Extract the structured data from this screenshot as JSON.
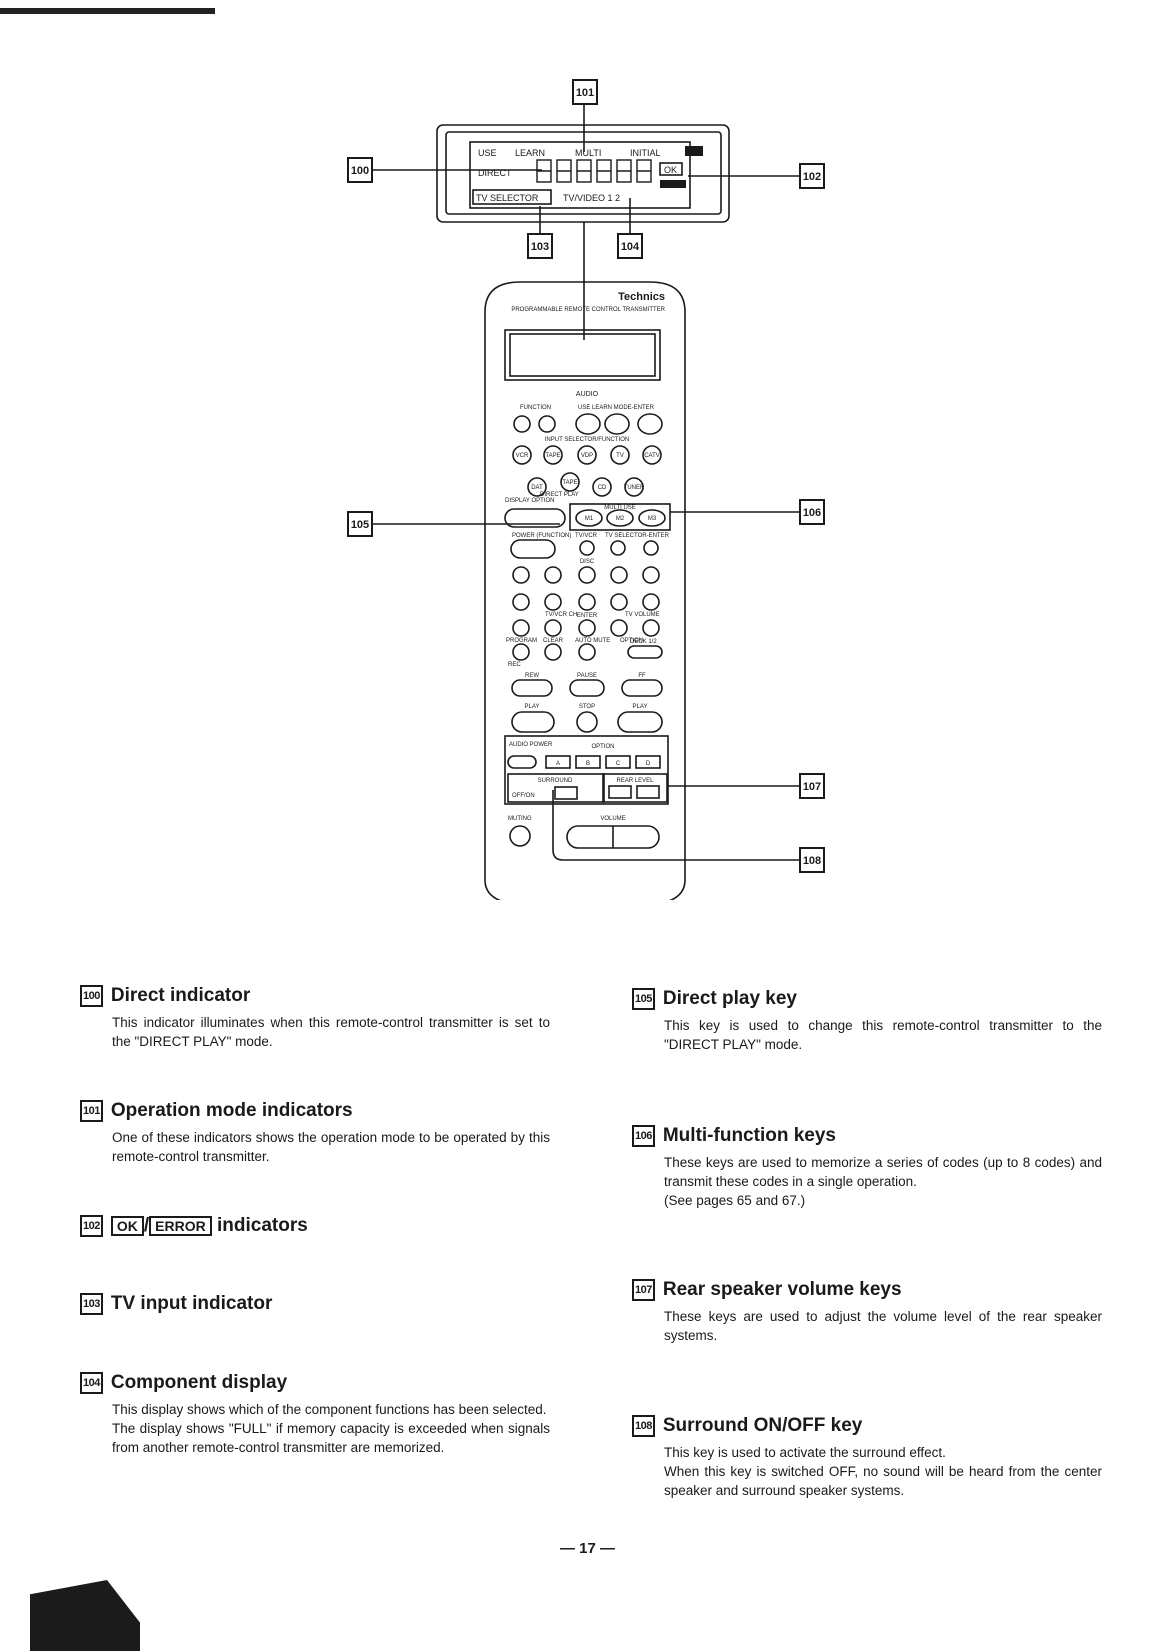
{
  "callouts": [
    "100",
    "101",
    "102",
    "103",
    "104",
    "105",
    "106",
    "107",
    "108"
  ],
  "lcd": {
    "use": "USE",
    "learn": "LEARN",
    "multi": "MULTI",
    "initial": "INITIAL",
    "direct": "DIRECT",
    "ok": "OK",
    "tv_selector": "TV SELECTOR",
    "tv_video": "TV/VIDEO 1 2"
  },
  "remote": {
    "brand": "Technics",
    "subtitle": "PROGRAMMABLE REMOTE CONTROL TRANSMITTER",
    "audio": "AUDIO",
    "function": "FUNCTION",
    "use_learn_mode": "USE  LEARN MODE-ENTER",
    "input_selector": "INPUT SELECTOR/FUNCTION",
    "input_keys": [
      "VCR",
      "TAPE",
      "VDP",
      "TV",
      "CATV"
    ],
    "source_keys": [
      "DAT",
      "TAPE",
      "CD",
      "TUNER"
    ],
    "display_option": "DISPLAY OPTION",
    "direct_play": "DIRECT PLAY",
    "multi_use": "MULTI USE",
    "multi_keys": [
      "M1",
      "M2",
      "M3"
    ],
    "power": "POWER (FUNCTION)",
    "tv_vcr": "TV/VCR",
    "tv_selector_enter": "TV SELECTOR-ENTER",
    "disc": "DISC",
    "tv_vcr_ch": "TV/VCR CH",
    "enter": "ENTER",
    "tv_volume": "TV VOLUME",
    "program": "PROGRAM",
    "clear": "CLEAR",
    "auto_mute": "AUTO  MUTE",
    "option": "OPTION",
    "decks": "DECK 1/2",
    "rec": "REC",
    "rew": "REW",
    "pause": "PAUSE",
    "ff": "FF",
    "play": "PLAY",
    "stop": "STOP",
    "audio_power": "AUDIO POWER",
    "option_keys": [
      "A",
      "B",
      "C",
      "D"
    ],
    "surround": "SURROUND",
    "rear_level": "REAR LEVEL",
    "off_on": "OFF/ON",
    "muting": "MUTING",
    "volume": "VOLUME"
  },
  "items": [
    {
      "num": "100",
      "title": "Direct indicator",
      "text": "This indicator illuminates when this remote-control transmitter is set to the \"DIRECT PLAY\" mode."
    },
    {
      "num": "101",
      "title": "Operation mode indicators",
      "text": "One of these indicators shows the operation mode to be operated by this remote-control transmitter."
    },
    {
      "num": "102",
      "title_ok": "OK",
      "title_sep": "/",
      "title_error": "ERROR",
      "title_rest": "indicators"
    },
    {
      "num": "103",
      "title": "TV input indicator"
    },
    {
      "num": "104",
      "title": "Component display",
      "text": "This display shows which of the component functions has been selected.",
      "text2": "The display shows \"FULL\" if memory capacity is exceeded when signals from another remote-control transmitter are memorized."
    },
    {
      "num": "105",
      "title": "Direct play key",
      "text": "This key is used to change this remote-control transmitter to the \"DIRECT PLAY\" mode."
    },
    {
      "num": "106",
      "title": "Multi-function keys",
      "text": "These keys are used to memorize a series of codes (up to 8 codes) and transmit these codes in a single operation.",
      "text2": "(See pages 65 and 67.)"
    },
    {
      "num": "107",
      "title": "Rear speaker volume keys",
      "text": "These keys are used to adjust the volume level of the rear speaker systems."
    },
    {
      "num": "108",
      "title": "Surround ON/OFF key",
      "text": "This key is used to activate the surround effect.",
      "text2": "When this key is switched OFF, no sound will be heard from the center speaker and surround speaker systems."
    }
  ],
  "page_number": "— 17 —"
}
